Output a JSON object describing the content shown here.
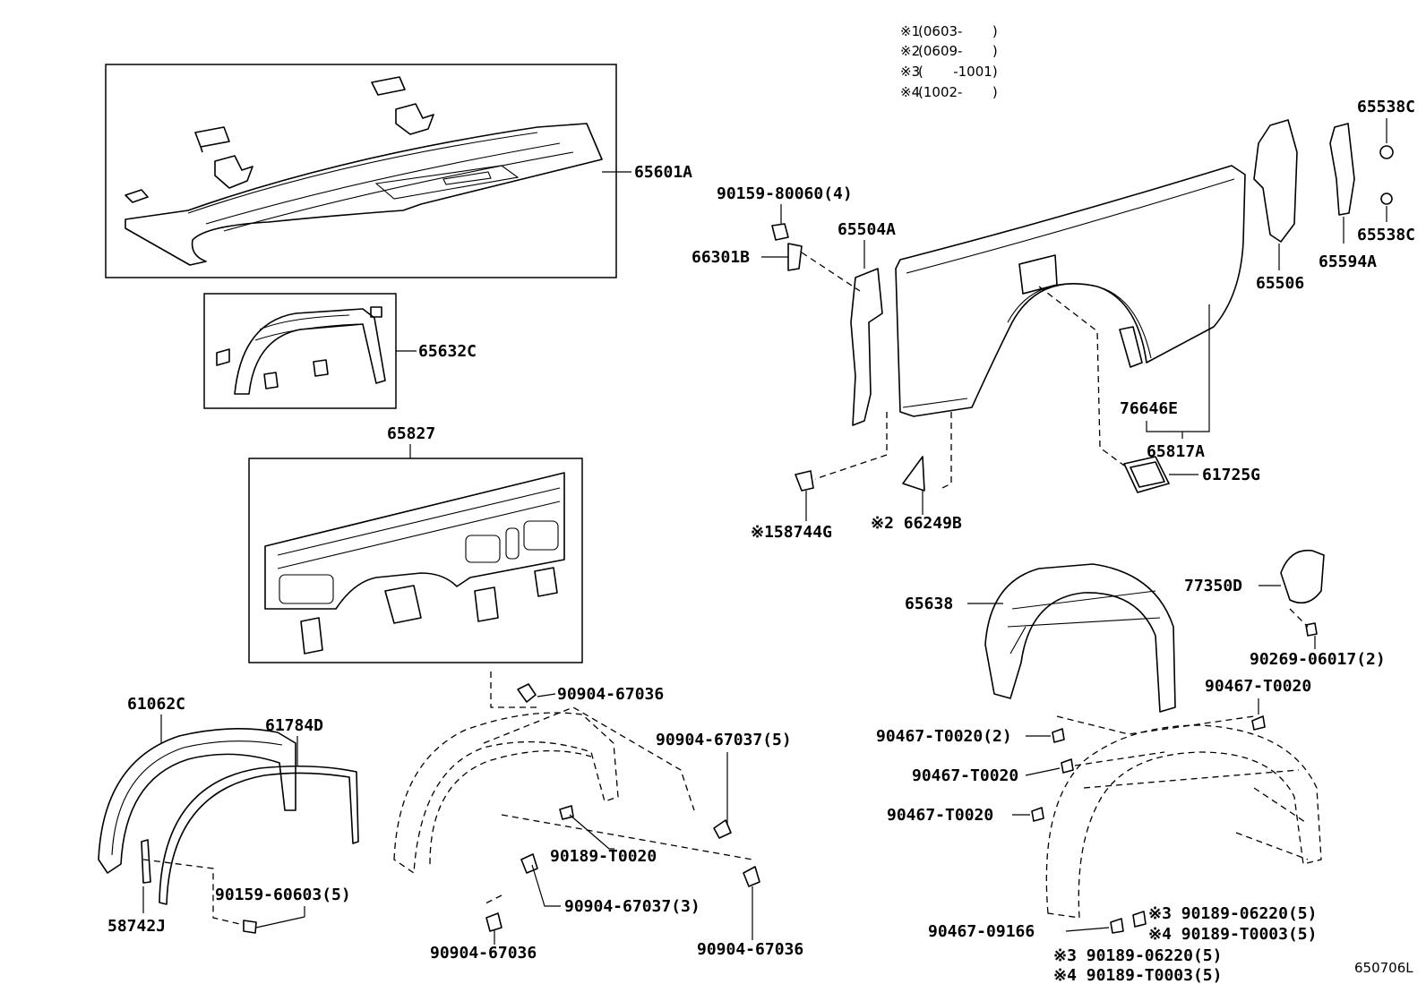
{
  "notes": [
    {
      "mark": "※1",
      "text": "(0603-       )"
    },
    {
      "mark": "※2",
      "text": "(0609-       )"
    },
    {
      "mark": "※3",
      "text": "(       -1001)"
    },
    {
      "mark": "※4",
      "text": "(1002-       )"
    }
  ],
  "parts": {
    "p65601A": "65601A",
    "p65632C": "65632C",
    "p65827": "65827",
    "p61062C": "61062C",
    "p61784D": "61784D",
    "p58742J": "58742J",
    "p90159_60603": "90159-60603(5)",
    "p90904_67036_a": "90904-67036",
    "p90904_67037_5": "90904-67037(5)",
    "p90189_T0020": "90189-T0020",
    "p90904_67037_3": "90904-67037(3)",
    "p90904_67036_b": "90904-67036",
    "p90904_67036_c": "90904-67036",
    "p90159_80060": "90159-80060(4)",
    "p66301B": "66301B",
    "p65504A": "65504A",
    "p58744G": "※158744G",
    "p66249B": "※2 66249B",
    "p76646E": "76646E",
    "p65817A": "65817A",
    "p61725G": "61725G",
    "p65506": "65506",
    "p65594A": "65594A",
    "p65538C_a": "65538C",
    "p65538C_b": "65538C",
    "p65638": "65638",
    "p77350D": "77350D",
    "p90269_06017": "90269-06017(2)",
    "p90467_T0020_a": "90467-T0020",
    "p90467_T0020_2": "90467-T0020(2)",
    "p90467_T0020_b": "90467-T0020",
    "p90467_T0020_c": "90467-T0020",
    "p90467_09166": "90467-09166",
    "p90189_06220_a": "※3 90189-06220(5)",
    "p90189_T0003_a": "※4 90189-T0003(5)",
    "p90189_06220_b": "※3 90189-06220(5)",
    "p90189_T0003_b": "※4 90189-T0003(5)"
  },
  "diagram_code": "650706L"
}
